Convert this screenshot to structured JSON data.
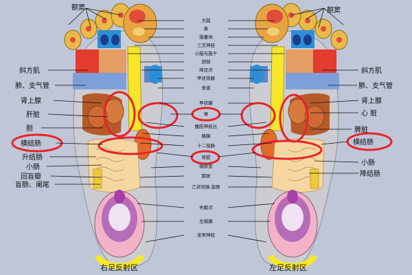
{
  "labels": {
    "e_sinus": "额窦",
    "left_side": {
      "trapezius": "斜方肌",
      "lung": "肺、支气管",
      "adrenal": "肾上腺",
      "liver": "肝脏",
      "gallbladder": "胆",
      "transverse_colon": "横结肠",
      "ascending_colon": "升结肠",
      "small_intestine": "小肠",
      "ileocecal": "回盲瓣",
      "cecum": "盲肠、阑尾"
    },
    "center": {
      "brain": "大脑",
      "nose": "鼻",
      "pituitary": "脑垂体",
      "trigeminal": "三叉神经",
      "cerebellum": "小脑与脑干",
      "neck": "颈部",
      "hypotension": "降压点",
      "parathyroid": "甲状旁腺",
      "esophagus": "食道",
      "thyroid": "甲状腺",
      "stomach": "胃",
      "celiac": "腹腔神经丛",
      "pancreas": "胰腺",
      "duodenum": "十二指肠",
      "kidney": "肾脏",
      "ureter": "输尿管",
      "bladder": "膀胱",
      "sigmoid": "乙状结肠.直肠",
      "insomnia": "失眠点",
      "gonad": "生殖腺",
      "sciatic": "坐骨神经"
    },
    "right_side": {
      "trapezius": "斜方肌",
      "lung": "肺、支气管",
      "adrenal": "肾上腺",
      "heart": "心 脏",
      "spleen": "脾脏",
      "transverse_colon": "横结肠",
      "small_intestine": "小肠",
      "descending_colon": "降结肠"
    },
    "caption_right_foot": "右足反射区",
    "caption_left_foot": "左足反射区"
  },
  "colors": {
    "background": "#bfc6d8",
    "highlight": "#e8222a",
    "sole": "#c9ccd2",
    "intestine": "#f6d7a2"
  }
}
